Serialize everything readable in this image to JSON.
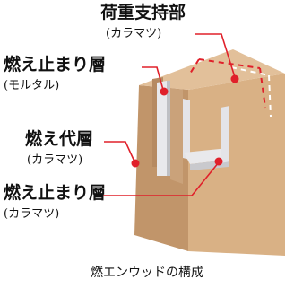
{
  "colors": {
    "wood_light": "#d9b185",
    "wood_side": "#c1956a",
    "wood_top": "#e2c09a",
    "mortar": "#e9e9ec",
    "accent": "#e0202a"
  },
  "labels": {
    "load_bearing": {
      "title": "荷重支持部",
      "sub": "(カラマツ)"
    },
    "fire_stop_top": {
      "title": "燃え止まり層",
      "sub": "(モルタル)"
    },
    "burn_layer": {
      "title": "燃え代層",
      "sub": "(カラマツ)"
    },
    "fire_stop_bottom": {
      "title": "燃え止まり層",
      "sub": "(カラマツ)"
    }
  },
  "caption": "燃エンウッドの構成"
}
